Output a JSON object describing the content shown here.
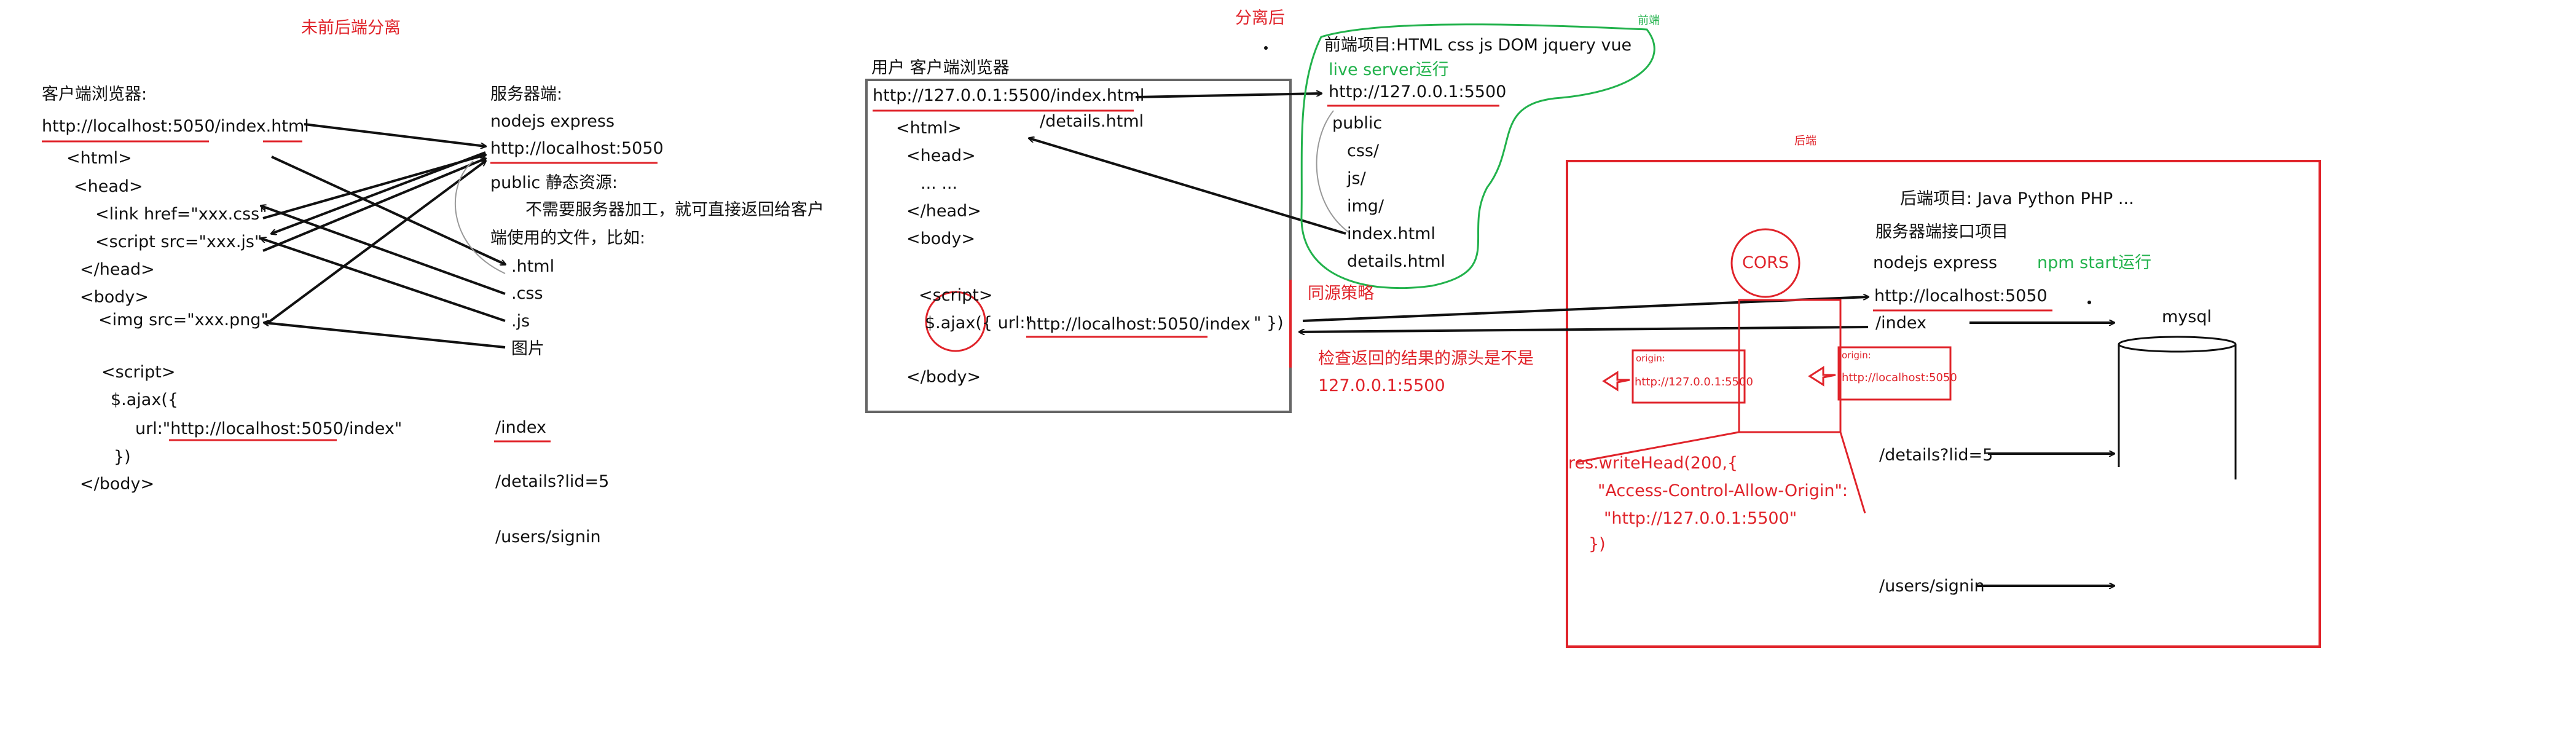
{
  "colors": {
    "red": "#e0232a",
    "green": "#22b24c",
    "black": "#111111",
    "gray": "#666666"
  },
  "left": {
    "title": "未前后端分离",
    "client_label": "客户端浏览器:",
    "client_url": "http://localhost:5050/index.html",
    "html_lines": [
      "<html>",
      "<head>",
      "<link href=\"xxx.css\"",
      "<script src=\"xxx.js\"",
      "</head>",
      "<body>",
      "<img src=\"xxx.png\""
    ],
    "script_lines": [
      "<script>",
      "$.ajax({",
      "url:\"http://localhost:5050/index\"",
      "})",
      "</body>"
    ],
    "server_label": "服务器端:",
    "server_stack": "nodejs express",
    "server_url": "http://localhost:5050",
    "static_label": "public 静态资源:",
    "static_desc_1": "不需要服务器加工，就可直接返回给客户",
    "static_desc_2": "端使用的文件，比如:",
    "static_files": [
      ".html",
      ".css",
      ".js",
      "图片"
    ],
    "routes": [
      "/index",
      "/details?lid=5",
      "/users/signin"
    ]
  },
  "middle": {
    "title": "分离后",
    "browser_label": "用户 客户端浏览器",
    "browser_url": "http://127.0.0.1:5500/index.html",
    "details_path": "/details.html",
    "html_lines": [
      "<html>",
      "<head>",
      "... ...",
      "</head>",
      "<body>"
    ],
    "script_open": "<script>",
    "ajax_prefix": "$.ajax({ url:\"",
    "ajax_url": "http://localhost:5050/index",
    "ajax_suffix": "\" })",
    "body_close": "</body>",
    "policy_label": "同源策略",
    "policy_desc_1": "检查返回的结果的源头是不是",
    "policy_desc_2": "127.0.0.1:5500"
  },
  "frontend": {
    "tag": "前端",
    "project_label": "前端项目:HTML css js DOM jquery vue",
    "server_label": "live server运行",
    "url": "http://127.0.0.1:5500",
    "files": [
      "public",
      "css/",
      "js/",
      "img/",
      "index.html",
      "details.html"
    ]
  },
  "backend": {
    "tag": "后端",
    "project_label": "后端项目: Java   Python   PHP ...",
    "api_label": "服务器端接口项目",
    "stack": "nodejs express",
    "run_label": "npm start运行",
    "url": "http://localhost:5050",
    "routes": [
      "/index",
      "/details?lid=5",
      "/users/signin"
    ],
    "cors_label": "CORS",
    "origin_left_tag": "origin:",
    "origin_left_value": "http://127.0.0.1:5500",
    "origin_right_tag": "origin:",
    "origin_right_value": "http://localhost:5050",
    "write_head": [
      "res.writeHead(200,{",
      "\"Access-Control-Allow-Origin\":",
      "\"http://127.0.0.1:5500\"",
      "})"
    ],
    "db_label": "mysql"
  }
}
